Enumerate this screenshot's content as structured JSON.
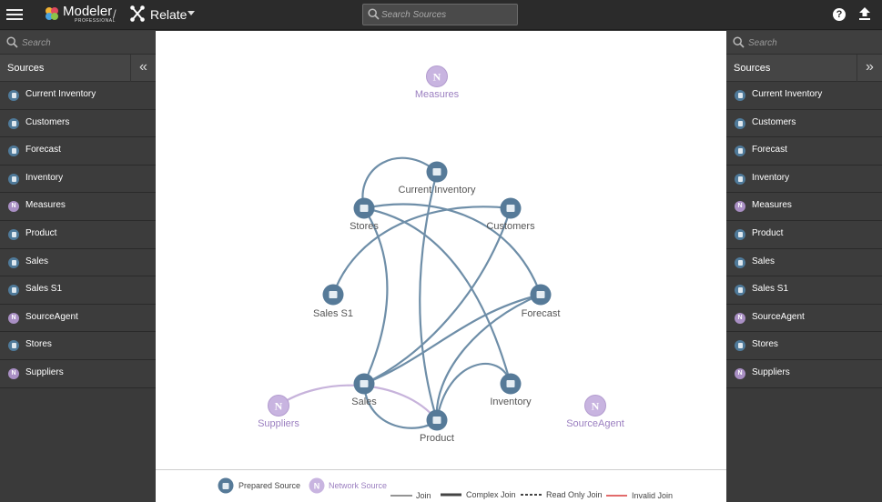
{
  "header": {
    "brand": "Modeler",
    "brand_sub": "PROFESSIONAL",
    "separator": "/",
    "view": "Relate",
    "search_placeholder": "Search Sources",
    "help": "?"
  },
  "left_panel": {
    "search_placeholder": "Search",
    "title": "Sources",
    "collapse": "«",
    "items": [
      {
        "label": "Current Inventory",
        "type": "prepared"
      },
      {
        "label": "Customers",
        "type": "prepared"
      },
      {
        "label": "Forecast",
        "type": "prepared"
      },
      {
        "label": "Inventory",
        "type": "prepared"
      },
      {
        "label": "Measures",
        "type": "network"
      },
      {
        "label": "Product",
        "type": "prepared"
      },
      {
        "label": "Sales",
        "type": "prepared"
      },
      {
        "label": "Sales S1",
        "type": "prepared"
      },
      {
        "label": "SourceAgent",
        "type": "network"
      },
      {
        "label": "Stores",
        "type": "prepared"
      },
      {
        "label": "Suppliers",
        "type": "network"
      }
    ]
  },
  "right_panel": {
    "search_placeholder": "Search",
    "title": "Sources",
    "collapse": "»",
    "items": [
      {
        "label": "Current Inventory",
        "type": "prepared"
      },
      {
        "label": "Customers",
        "type": "prepared"
      },
      {
        "label": "Forecast",
        "type": "prepared"
      },
      {
        "label": "Inventory",
        "type": "prepared"
      },
      {
        "label": "Measures",
        "type": "network"
      },
      {
        "label": "Product",
        "type": "prepared"
      },
      {
        "label": "Sales",
        "type": "prepared"
      },
      {
        "label": "Sales S1",
        "type": "prepared"
      },
      {
        "label": "SourceAgent",
        "type": "network"
      },
      {
        "label": "Stores",
        "type": "prepared"
      },
      {
        "label": "Suppliers",
        "type": "network"
      }
    ]
  },
  "graph": {
    "nodes": {
      "measures": {
        "label": "Measures",
        "type": "network"
      },
      "current_inventory": {
        "label": "Current Inventory",
        "type": "prepared"
      },
      "stores": {
        "label": "Stores",
        "type": "prepared"
      },
      "customers": {
        "label": "Customers",
        "type": "prepared"
      },
      "sales_s1": {
        "label": "Sales S1",
        "type": "prepared"
      },
      "forecast": {
        "label": "Forecast",
        "type": "prepared"
      },
      "sales": {
        "label": "Sales",
        "type": "prepared"
      },
      "inventory": {
        "label": "Inventory",
        "type": "prepared"
      },
      "suppliers": {
        "label": "Suppliers",
        "type": "network"
      },
      "product": {
        "label": "Product",
        "type": "prepared"
      },
      "sourceagent": {
        "label": "SourceAgent",
        "type": "network"
      }
    },
    "node_letter": "N",
    "colors": {
      "prepared": "#567a98",
      "network": "#c8b4e0",
      "network_text": "#9b7fc0",
      "edge": "#6e8ea8",
      "network_edge": "#c7b3db"
    }
  },
  "legend": {
    "prepared": "Prepared Source",
    "network": "Network Source",
    "join": "Join",
    "complex_join": "Complex Join",
    "read_only_join": "Read Only Join",
    "invalid_join": "Invalid Join"
  }
}
